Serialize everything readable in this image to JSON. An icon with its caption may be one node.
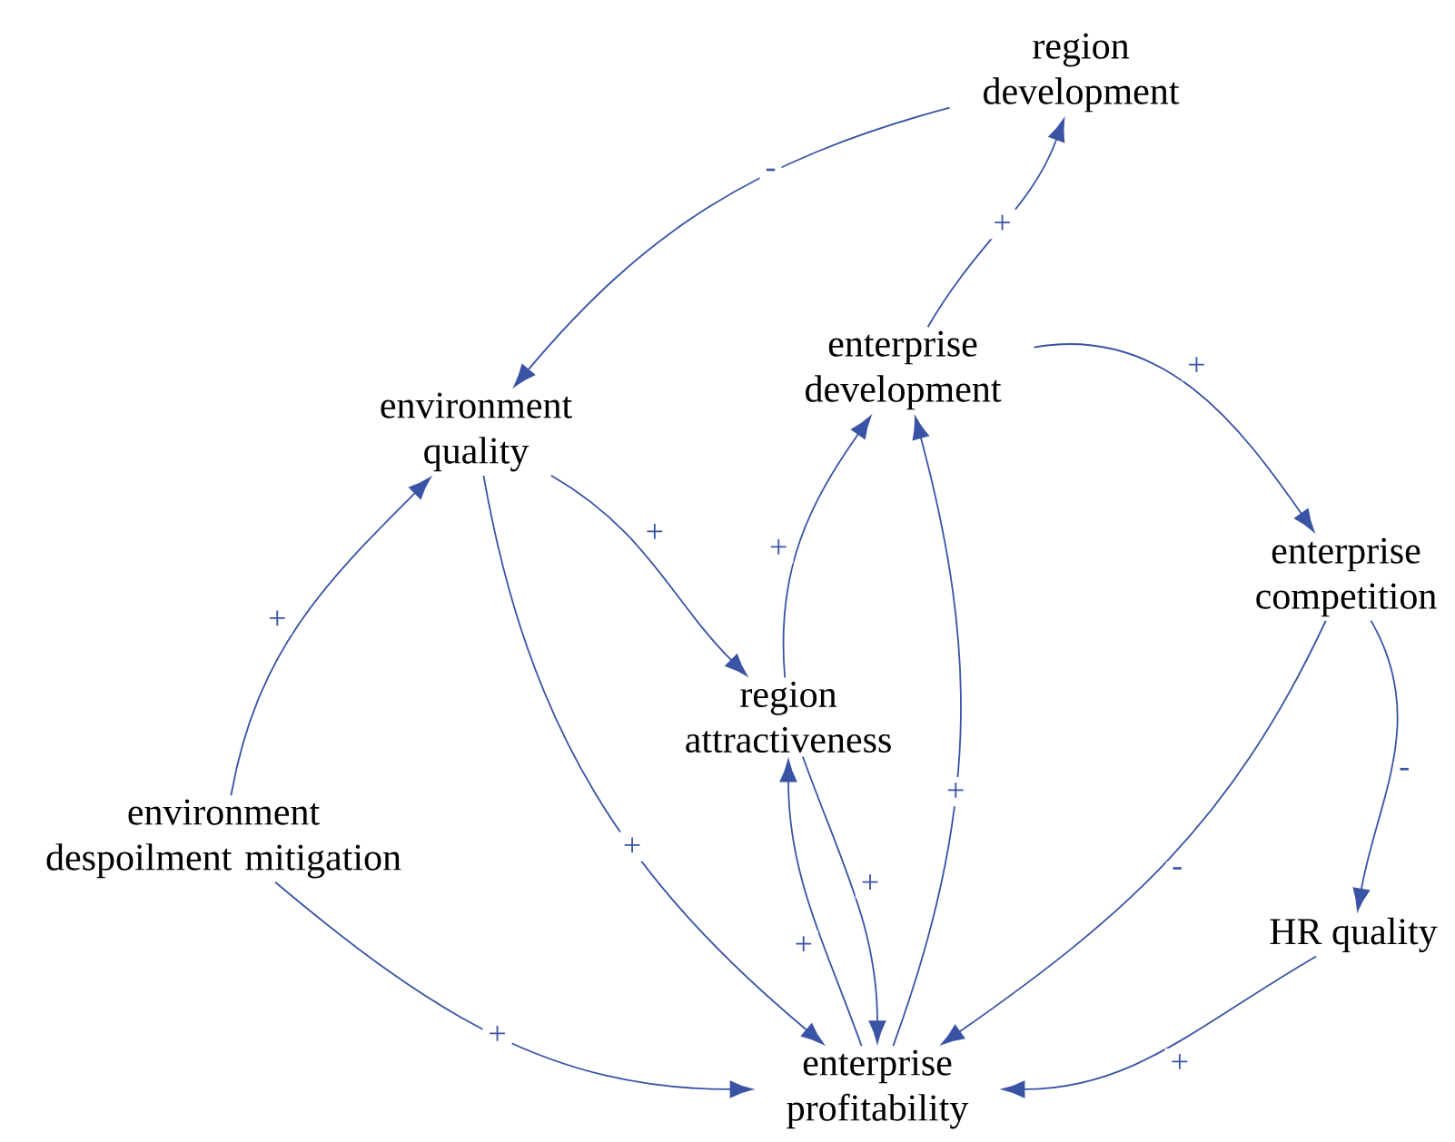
{
  "diagram": {
    "nodes": [
      {
        "text": [
          "region development"
        ]
      },
      {
        "text": [
          "environment quality"
        ]
      },
      {
        "text": [
          "enterprise development"
        ]
      },
      {
        "text": [
          "enterprise competition"
        ]
      },
      {
        "text": [
          "region attractiveness"
        ]
      },
      {
        "text": [
          "environment despoilment mitigation"
        ]
      },
      {
        "text": [
          "HR quality"
        ]
      },
      {
        "text": [
          "enterprise profitability"
        ]
      }
    ],
    "edges": [
      {
        "from": 0,
        "to": 1,
        "arrow": "to",
        "label": "-"
      },
      {
        "from": 2,
        "to": 0,
        "arrow": "to",
        "label": "+"
      },
      {
        "from": 2,
        "to": 3,
        "arrow": "to",
        "label": "+"
      },
      {
        "from": 1,
        "to": 4,
        "arrow": "to",
        "label": "+"
      },
      {
        "from": 4,
        "to": 2,
        "arrow": "to",
        "label": "+"
      },
      {
        "from": 5,
        "to": 1,
        "arrow": "to",
        "label": "+"
      },
      {
        "from": 1,
        "to": 7,
        "arrow": "to",
        "label": "+"
      },
      {
        "from": 7,
        "to": 2,
        "arrow": "to",
        "label": "+"
      },
      {
        "from": 3,
        "to": 6,
        "arrow": "to",
        "label": "-"
      },
      {
        "from": 3,
        "to": 7,
        "arrow": "to",
        "label": "-"
      },
      {
        "from": 7,
        "to": 4,
        "arrow": "to",
        "label": "+"
      },
      {
        "from": 4,
        "to": 7,
        "arrow": "to",
        "label": "+"
      },
      {
        "from": 5,
        "to": 7,
        "arrow": "to",
        "label": "+"
      },
      {
        "from": 6,
        "to": 7,
        "arrow": "to",
        "label": "+"
      }
    ]
  }
}
